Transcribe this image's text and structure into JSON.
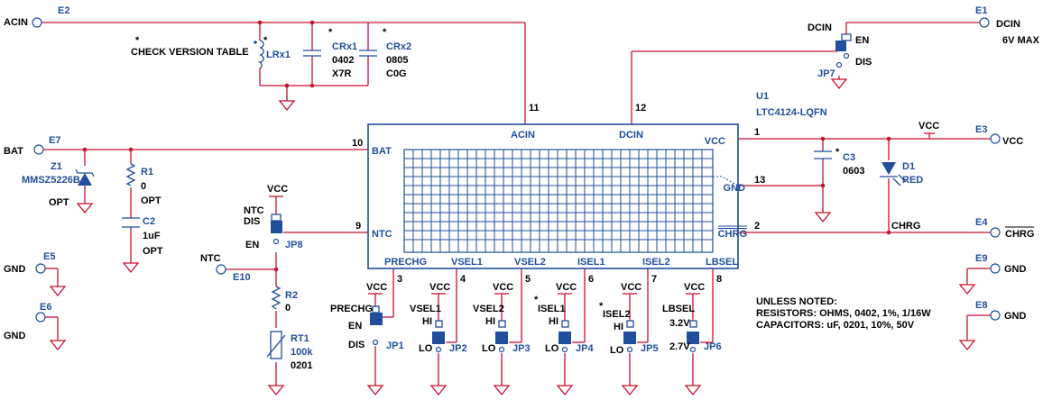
{
  "ic": {
    "ref": "U1",
    "part": "LTC4124-LQFN"
  },
  "ic_pins": {
    "acin": "ACIN",
    "dcin": "DCIN",
    "bat": "BAT",
    "ntc": "NTC",
    "vcc": "VCC",
    "gnd": "GND",
    "chrg": "CHRG",
    "prechg": "PRECHG",
    "vsel1": "VSEL1",
    "vsel2": "VSEL2",
    "isel1": "ISEL1",
    "isel2": "ISEL2",
    "lbsel": "LBSEL"
  },
  "pin_numbers": {
    "acin": "11",
    "dcin": "12",
    "bat": "10",
    "ntc": "9",
    "vcc": "1",
    "gnd": "13",
    "chrg": "2",
    "prechg": "3",
    "vsel1": "4",
    "vsel2": "5",
    "isel1": "6",
    "isel2": "7",
    "lbsel": "8"
  },
  "nets": {
    "acin": "ACIN",
    "bat": "BAT",
    "ntc": "NTC",
    "gnd": "GND",
    "dcin": "DCIN",
    "vcc": "VCC",
    "chrg": "CHRG"
  },
  "terminals": {
    "e1": "E1",
    "e2": "E2",
    "e3": "E3",
    "e4": "E4",
    "e5": "E5",
    "e6": "E6",
    "e7": "E7",
    "e8": "E8",
    "e9": "E9",
    "e10": "E10"
  },
  "dcin_note": "6V MAX",
  "asterisk": "*",
  "check_version": "CHECK VERSION TABLE",
  "components": {
    "lrx1": "LRx1",
    "crx1": {
      "ref": "CRx1",
      "size": "0402",
      "diel": "X7R"
    },
    "crx2": {
      "ref": "CRx2",
      "size": "0805",
      "diel": "C0G"
    },
    "z1": {
      "ref": "Z1",
      "part": "MMSZ5226B",
      "opt": "OPT"
    },
    "r1": {
      "ref": "R1",
      "value": "0",
      "opt": "OPT"
    },
    "c2": {
      "ref": "C2",
      "value": "1uF",
      "opt": "OPT"
    },
    "r2": {
      "ref": "R2",
      "value": "0"
    },
    "rt1": {
      "ref": "RT1",
      "value": "100k",
      "size": "0201"
    },
    "c3": {
      "ref": "C3",
      "size": "0603"
    },
    "d1": {
      "ref": "D1",
      "color": "RED"
    }
  },
  "jumpers": {
    "jp1": {
      "ref": "JP1",
      "label": "PRECHG",
      "top": "EN",
      "bottom": "DIS"
    },
    "jp2": {
      "ref": "JP2",
      "label": "VSEL1",
      "top": "HI",
      "bottom": "LO"
    },
    "jp3": {
      "ref": "JP3",
      "label": "VSEL2",
      "top": "HI",
      "bottom": "LO"
    },
    "jp4": {
      "ref": "JP4",
      "label": "ISEL1",
      "top": "HI",
      "bottom": "LO"
    },
    "jp5": {
      "ref": "JP5",
      "label": "ISEL2",
      "top": "HI",
      "bottom": "LO"
    },
    "jp6": {
      "ref": "JP6",
      "label": "LBSEL",
      "top": "3.2V",
      "bottom": "2.7V"
    },
    "jp7": {
      "ref": "JP7",
      "top": "EN",
      "bottom": "DIS"
    },
    "jp8": {
      "ref": "JP8",
      "label1": "NTC",
      "label2": "DIS",
      "bottom": "EN"
    }
  },
  "notes": {
    "line1": "UNLESS NOTED:",
    "line2": "RESISTORS: OHMS, 0402, 1%, 1/16W",
    "line3": "CAPACITORS:  uF, 0201, 10%,  50V"
  },
  "colors": {
    "wire": "#c8102e",
    "part": "#1f4e9a",
    "text": "#000000"
  }
}
